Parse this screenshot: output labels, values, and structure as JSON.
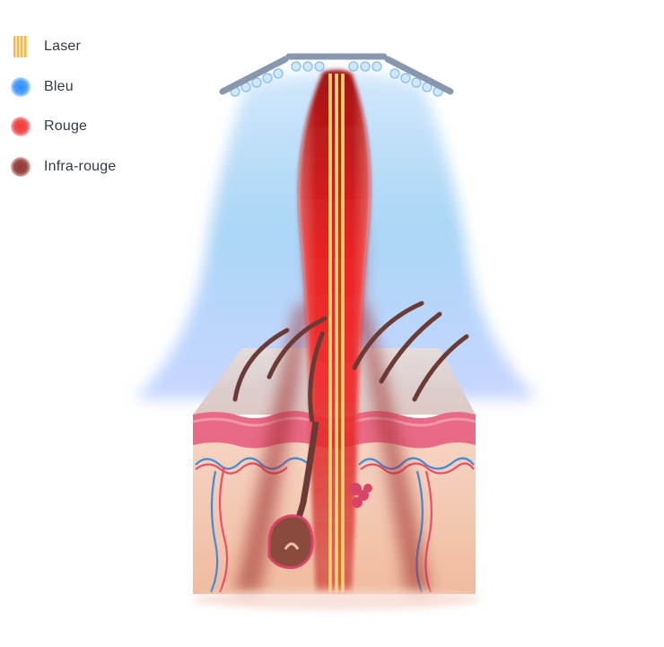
{
  "legend": [
    {
      "label": "Laser",
      "icon": "laser-stripes-icon",
      "color": "#f6b74c"
    },
    {
      "label": "Bleu",
      "icon": "blue-light-dot-icon",
      "color": "#2f8cff"
    },
    {
      "label": "Rouge",
      "icon": "red-light-dot-icon",
      "color": "#f03a3a"
    },
    {
      "label": "Infra-rouge",
      "icon": "infrared-light-dot-icon",
      "color": "#8a3a36"
    }
  ]
}
